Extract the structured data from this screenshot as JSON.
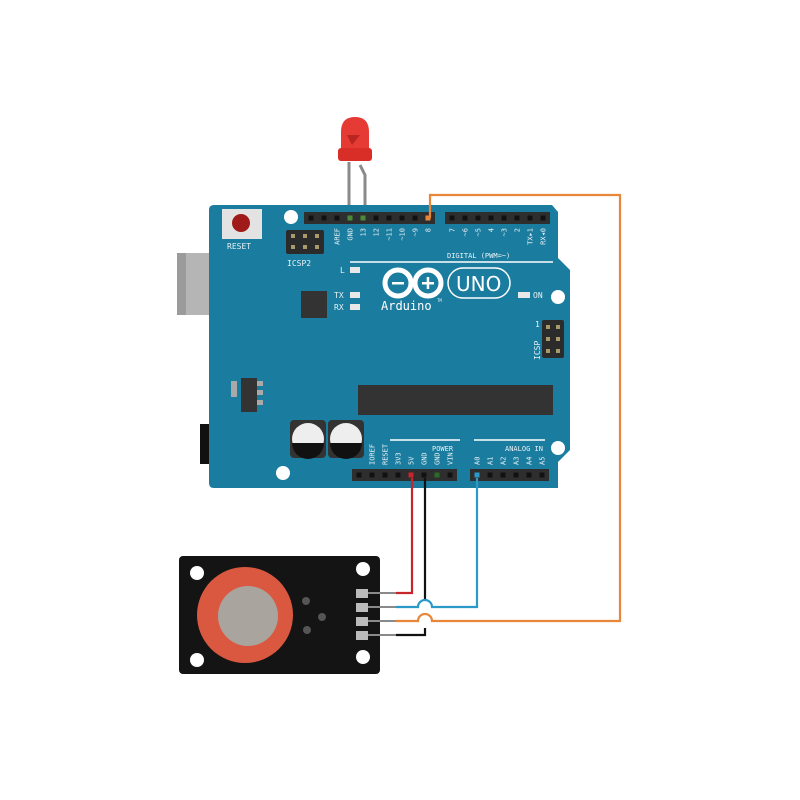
{
  "board": {
    "name": "Arduino",
    "model": "UNO",
    "trademark": "TM",
    "reset_label": "RESET",
    "icsp2_label": "ICSP2",
    "icsp_label": "ICSP",
    "icsp_pin1": "1",
    "led_l": "L",
    "led_tx": "TX",
    "led_rx": "RX",
    "led_on": "ON",
    "digital_label": "DIGITAL (PWM=~)",
    "power_label": "POWER",
    "analog_label": "ANALOG IN",
    "digital_pins_a": [
      "",
      "",
      "AREF",
      "GND",
      "13",
      "12",
      "~11",
      "~10",
      "~9",
      "8"
    ],
    "digital_pins_b": [
      "7",
      "~6",
      "~5",
      "4",
      "~3",
      "2",
      "TX▸1",
      "RX◂0"
    ],
    "power_pins": [
      "",
      "IOREF",
      "RESET",
      "3V3",
      "5V",
      "GND",
      "GND",
      "VIN"
    ],
    "analog_pins": [
      "A0",
      "A1",
      "A2",
      "A3",
      "A4",
      "A5"
    ]
  },
  "wires": {
    "red": "#c8242b",
    "black": "#111111",
    "blue": "#2b9ac9",
    "orange": "#e8873a"
  },
  "colors": {
    "board": "#1a7c9e",
    "led": "#e53b34",
    "sensor_ring": "#d9583f"
  }
}
